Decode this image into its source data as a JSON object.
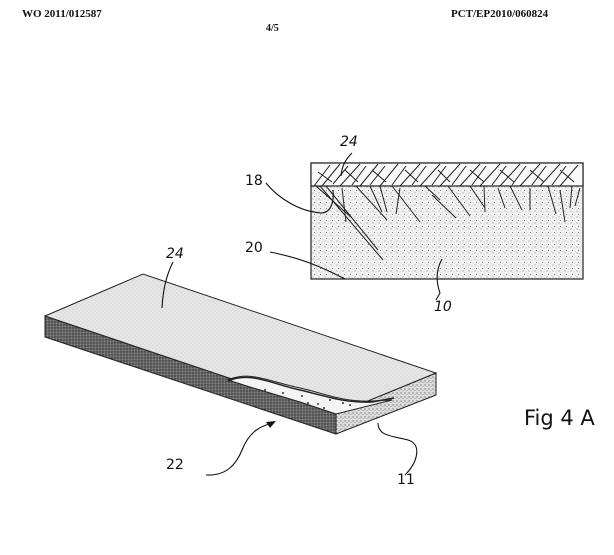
{
  "header": {
    "publication_number": "WO 2011/012587",
    "application_number": "PCT/EP2010/060824",
    "sheet": "4/5"
  },
  "figure": {
    "caption": "Fig 4 A",
    "reference_labels": {
      "top_layer_detail": "24",
      "interface": "18",
      "bottom_surface": "20",
      "base_material": "10",
      "top_layer_slab": "24",
      "slab_assembly": "22",
      "base_slab": "11"
    }
  }
}
